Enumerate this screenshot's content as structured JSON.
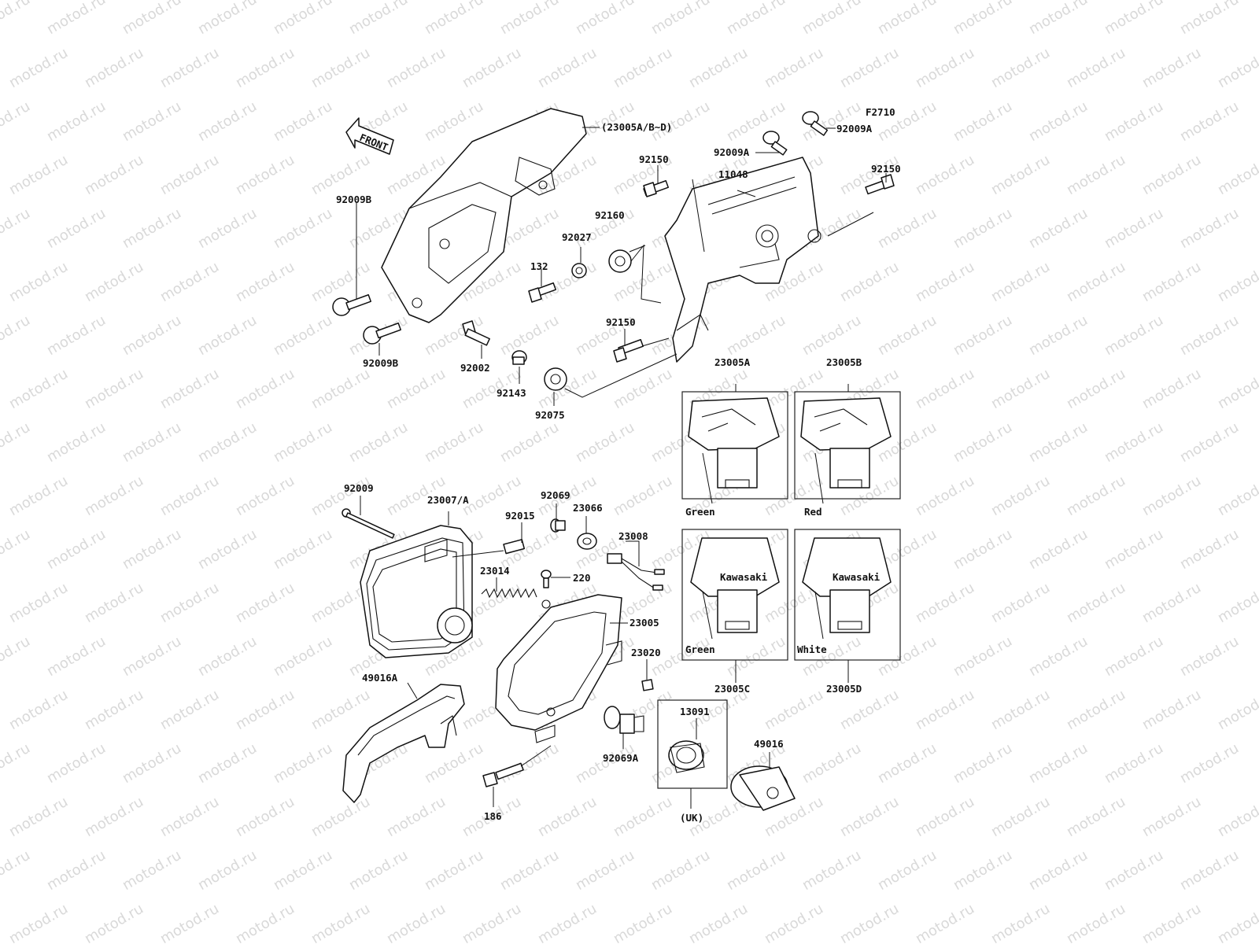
{
  "watermark": "motod.ru",
  "figure_code": "F2710",
  "front_label": "FRONT",
  "callouts": {
    "c23005ABD": "(23005A/B~D)",
    "c92009A_1": "92009A",
    "c92009A_2": "92009A",
    "c92150_1": "92150",
    "c92150_2": "92150",
    "c92150_3": "92150",
    "c11048": "11048",
    "c92160": "92160",
    "c92027": "92027",
    "c132": "132",
    "c92009B_1": "92009B",
    "c92009B_2": "92009B",
    "c92002": "92002",
    "c92143": "92143",
    "c92075": "92075",
    "c23005A": "23005A",
    "c23005B": "23005B",
    "c23005C": "23005C",
    "c23005D": "23005D",
    "c92009": "92009",
    "c23007A": "23007/A",
    "c92015": "92015",
    "c92069": "92069",
    "c23066": "23066",
    "c23008": "23008",
    "c23014": "23014",
    "c220": "220",
    "c23005": "23005",
    "c23020": "23020",
    "c49016A": "49016A",
    "c13091": "13091",
    "c49016": "49016",
    "c92069A": "92069A",
    "c186": "186",
    "cUK": "(UK)"
  },
  "variants": {
    "a": "Green",
    "b": "Red",
    "c": "Green",
    "d": "White"
  },
  "brand": "Kawasaki"
}
